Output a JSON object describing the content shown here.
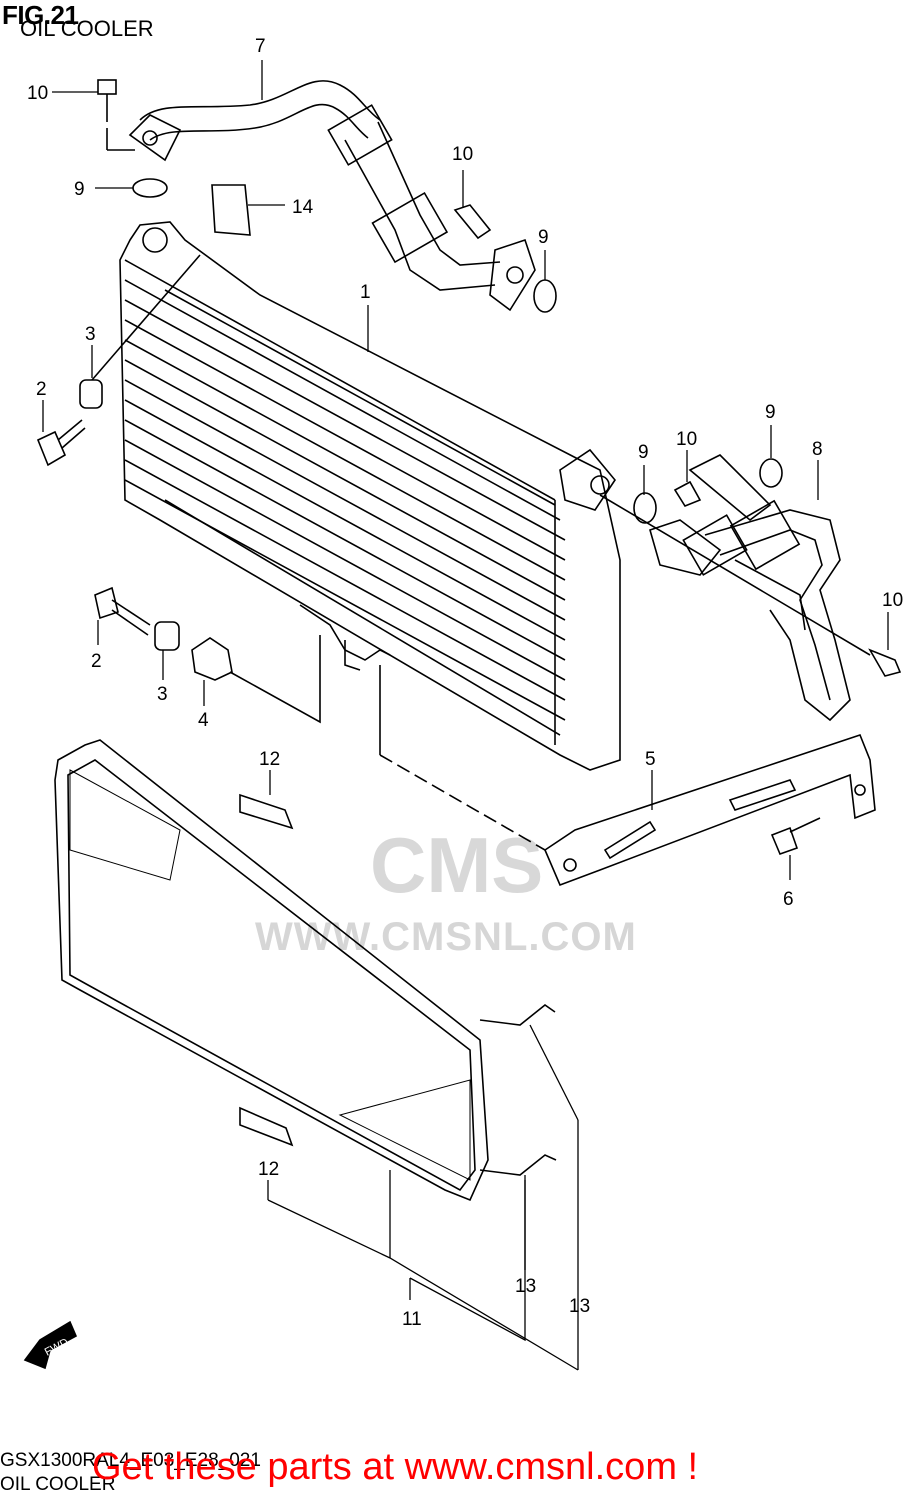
{
  "header": {
    "figure": "FIG.21",
    "subtitle": "OIL COOLER"
  },
  "footer": {
    "code": "GSX1300RAL4_E03_E28_021",
    "name": "OIL COOLER",
    "cta": "Get these parts at www.cmsnl.com !"
  },
  "watermark": {
    "logo": "CMS",
    "url": "WWW.CMSNL.COM"
  },
  "fwd_label": "FWD",
  "callouts": [
    {
      "id": "c-7",
      "label": "7"
    },
    {
      "id": "c-10a",
      "label": "10"
    },
    {
      "id": "c-9a",
      "label": "9"
    },
    {
      "id": "c-14",
      "label": "14"
    },
    {
      "id": "c-10b",
      "label": "10"
    },
    {
      "id": "c-9b",
      "label": "9"
    },
    {
      "id": "c-1",
      "label": "1"
    },
    {
      "id": "c-3a",
      "label": "3"
    },
    {
      "id": "c-2a",
      "label": "2"
    },
    {
      "id": "c-9c",
      "label": "9"
    },
    {
      "id": "c-9d",
      "label": "9"
    },
    {
      "id": "c-10c",
      "label": "10"
    },
    {
      "id": "c-8",
      "label": "8"
    },
    {
      "id": "c-10d",
      "label": "10"
    },
    {
      "id": "c-2b",
      "label": "2"
    },
    {
      "id": "c-3b",
      "label": "3"
    },
    {
      "id": "c-4",
      "label": "4"
    },
    {
      "id": "c-12a",
      "label": "12"
    },
    {
      "id": "c-5",
      "label": "5"
    },
    {
      "id": "c-6",
      "label": "6"
    },
    {
      "id": "c-12b",
      "label": "12"
    },
    {
      "id": "c-13a",
      "label": "13"
    },
    {
      "id": "c-13b",
      "label": "13"
    },
    {
      "id": "c-11",
      "label": "11"
    }
  ]
}
